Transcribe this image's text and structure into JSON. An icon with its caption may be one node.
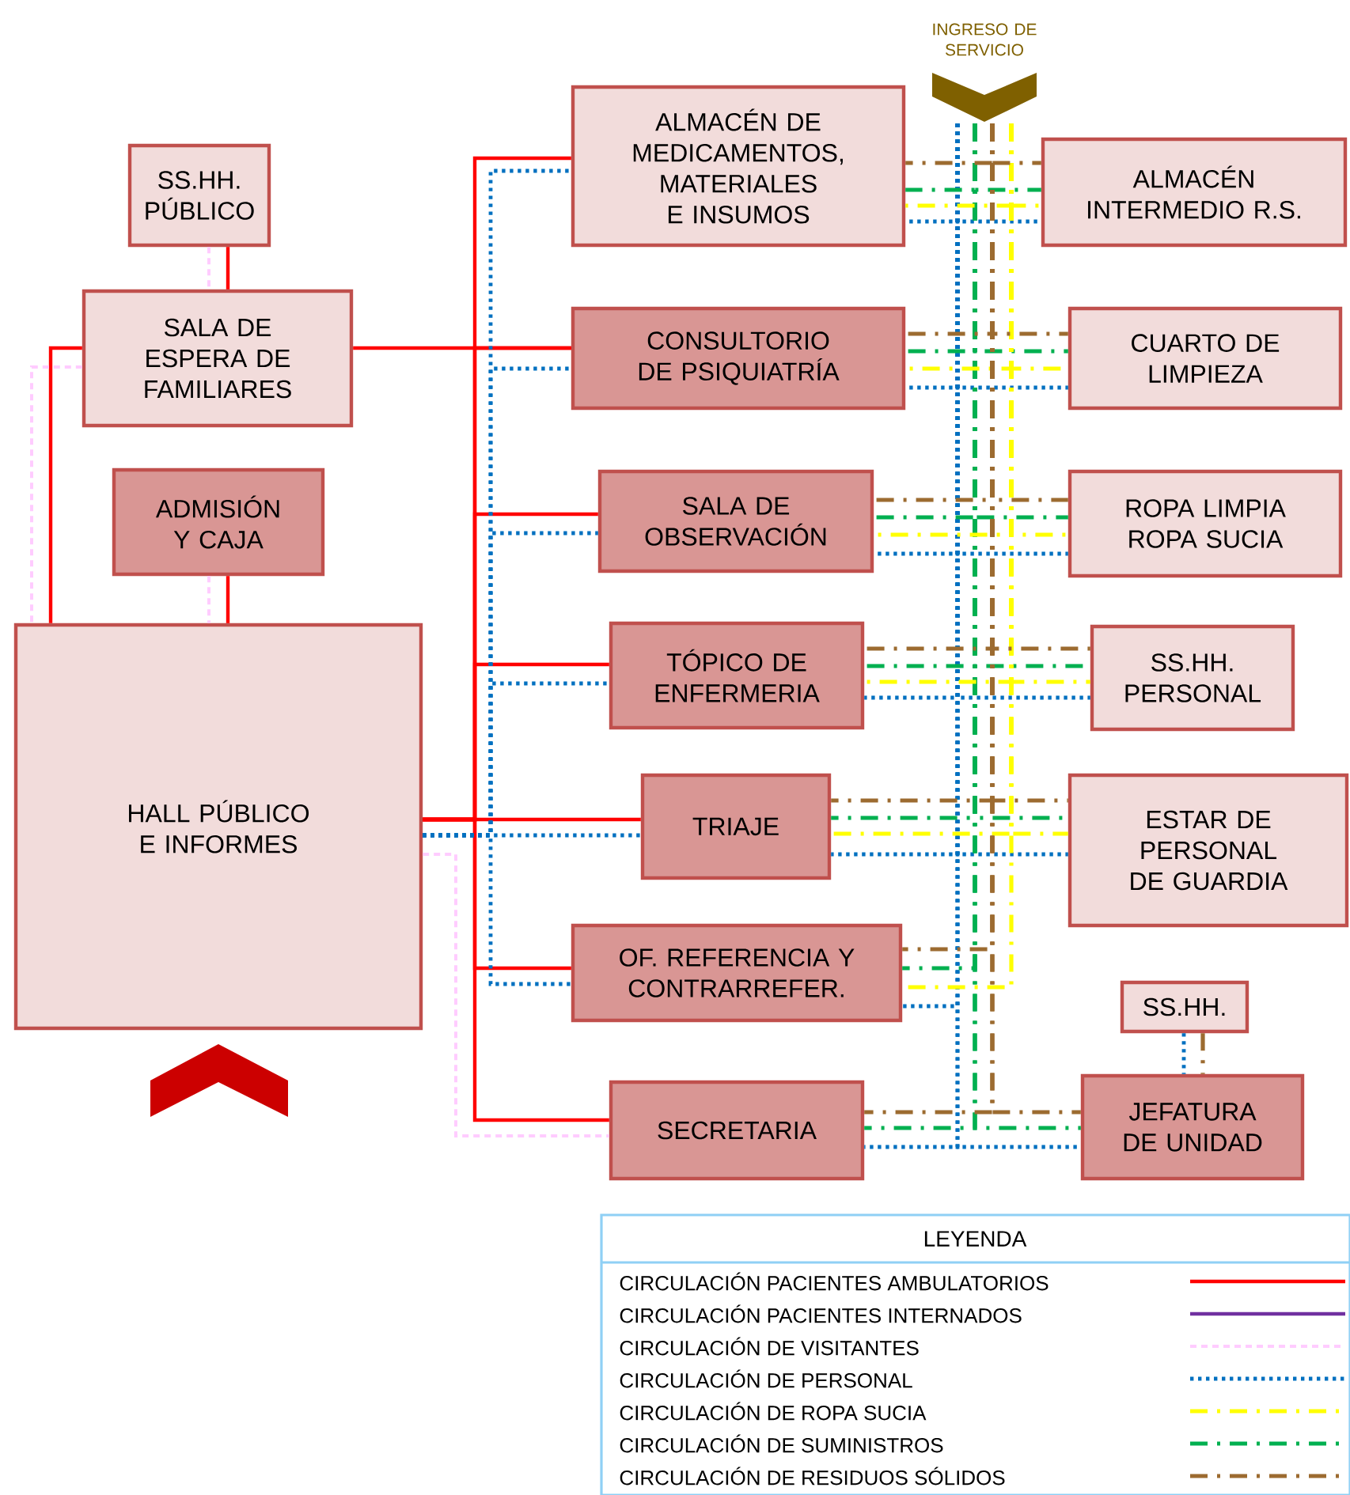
{
  "diagram": {
    "nodes": [
      {
        "text": [
          "SS.HH. PÚBLICO"
        ]
      },
      {
        "text": [
          "SALA DE ESPERA DE FAMILIARES"
        ]
      },
      {
        "text": [
          "ADMISIÓN Y CAJA"
        ]
      },
      {
        "text": [
          "HALL PÚBLICO E INFORMES"
        ]
      },
      {
        "text": [
          "ALMACÉN DE MEDICAMENTOS, MATERIALES E INSUMOS"
        ]
      },
      {
        "text": [
          "CONSULTORIO DE PSIQUIATRÍA"
        ]
      },
      {
        "text": [
          "SALA DE OBSERVACIÓN"
        ]
      },
      {
        "text": [
          "TÓPICO DE ENFERMERIA"
        ]
      },
      {
        "text": [
          "TRIAJE"
        ]
      },
      {
        "text": [
          "OF. REFERENCIA Y CONTRARREFER."
        ]
      },
      {
        "text": [
          "SECRETARIA"
        ]
      },
      {
        "text": [
          "ALMACÉN INTERMEDIO R.S."
        ]
      },
      {
        "text": [
          "CUARTO DE LIMPIEZA"
        ]
      },
      {
        "text": [
          "ROPA LIMPIA ROPA SUCIA"
        ]
      },
      {
        "text": [
          "SS.HH. PERSONAL"
        ]
      },
      {
        "text": [
          "ESTAR DE PERSONAL DE GUARDIA"
        ]
      },
      {
        "text": [
          "SS.HH."
        ]
      },
      {
        "text": [
          "JEFATURA DE UNIDAD"
        ]
      },
      {
        "text": [
          "INGRESO DE SERVICIO"
        ]
      }
    ],
    "edges": [
      {
        "from": 0,
        "to": 1,
        "arrow": "none",
        "color": "#ff0000"
      },
      {
        "from": 1,
        "to": 3,
        "arrow": "none",
        "color": "#ff0000"
      },
      {
        "from": 2,
        "to": 3,
        "arrow": "none",
        "color": "#ff0000"
      },
      {
        "from": 1,
        "to": 5,
        "arrow": "none",
        "color": "#ff0000"
      },
      {
        "from": 3,
        "to": 4,
        "arrow": "none",
        "color": "#ff0000"
      },
      {
        "from": 3,
        "to": 5,
        "arrow": "none",
        "color": "#ff0000"
      },
      {
        "from": 3,
        "to": 6,
        "arrow": "none",
        "color": "#ff0000"
      },
      {
        "from": 3,
        "to": 7,
        "arrow": "none",
        "color": "#ff0000"
      },
      {
        "from": 3,
        "to": 8,
        "arrow": "none",
        "color": "#ff0000"
      },
      {
        "from": 3,
        "to": 9,
        "arrow": "none",
        "color": "#ff0000"
      },
      {
        "from": 3,
        "to": 10,
        "arrow": "none",
        "color": "#ff0000"
      },
      {
        "from": 1,
        "to": 3,
        "arrow": "none",
        "style": "dashed",
        "color": "#ffccff"
      },
      {
        "from": 0,
        "to": 1,
        "arrow": "none",
        "style": "dashed",
        "color": "#ffccff"
      },
      {
        "from": 2,
        "to": 3,
        "arrow": "none",
        "style": "dashed",
        "color": "#ffccff"
      },
      {
        "from": 3,
        "to": 10,
        "arrow": "none",
        "style": "dashed",
        "color": "#ffccff"
      },
      {
        "from": 3,
        "to": 4,
        "arrow": "none",
        "style": "dashed",
        "color": "#0070c0"
      },
      {
        "from": 3,
        "to": 5,
        "arrow": "none",
        "style": "dashed",
        "color": "#0070c0"
      },
      {
        "from": 3,
        "to": 6,
        "arrow": "none",
        "style": "dashed",
        "color": "#0070c0"
      },
      {
        "from": 3,
        "to": 7,
        "arrow": "none",
        "style": "dashed",
        "color": "#0070c0"
      },
      {
        "from": 3,
        "to": 8,
        "arrow": "none",
        "style": "dashed",
        "color": "#0070c0"
      },
      {
        "from": 3,
        "to": 9,
        "arrow": "none",
        "style": "dashed",
        "color": "#0070c0"
      },
      {
        "from": 18,
        "to": 4,
        "arrow": "none",
        "style": "dashed",
        "color": "#0070c0"
      },
      {
        "from": 18,
        "to": 11,
        "arrow": "none",
        "style": "dashed",
        "color": "#0070c0"
      },
      {
        "from": 18,
        "to": 5,
        "arrow": "none",
        "style": "dashed",
        "color": "#0070c0"
      },
      {
        "from": 18,
        "to": 12,
        "arrow": "none",
        "style": "dashed",
        "color": "#0070c0"
      },
      {
        "from": 18,
        "to": 6,
        "arrow": "none",
        "style": "dashed",
        "color": "#0070c0"
      },
      {
        "from": 18,
        "to": 13,
        "arrow": "none",
        "style": "dashed",
        "color": "#0070c0"
      },
      {
        "from": 18,
        "to": 7,
        "arrow": "none",
        "style": "dashed",
        "color": "#0070c0"
      },
      {
        "from": 18,
        "to": 14,
        "arrow": "none",
        "style": "dashed",
        "color": "#0070c0"
      },
      {
        "from": 18,
        "to": 8,
        "arrow": "none",
        "style": "dashed",
        "color": "#0070c0"
      },
      {
        "from": 18,
        "to": 15,
        "arrow": "none",
        "style": "dashed",
        "color": "#0070c0"
      },
      {
        "from": 18,
        "to": 9,
        "arrow": "none",
        "style": "dashed",
        "color": "#0070c0"
      },
      {
        "from": 18,
        "to": 10,
        "arrow": "none",
        "style": "dashed",
        "color": "#0070c0"
      },
      {
        "from": 18,
        "to": 17,
        "arrow": "none",
        "style": "dashed",
        "color": "#0070c0"
      },
      {
        "from": 16,
        "to": 17,
        "arrow": "none",
        "style": "dashed",
        "color": "#0070c0"
      },
      {
        "from": 18,
        "to": 4,
        "arrow": "none",
        "style": "dashed",
        "color": "#00b050"
      },
      {
        "from": 18,
        "to": 11,
        "arrow": "none",
        "style": "dashed",
        "color": "#00b050"
      },
      {
        "from": 18,
        "to": 5,
        "arrow": "none",
        "style": "dashed",
        "color": "#00b050"
      },
      {
        "from": 18,
        "to": 12,
        "arrow": "none",
        "style": "dashed",
        "color": "#00b050"
      },
      {
        "from": 18,
        "to": 6,
        "arrow": "none",
        "style": "dashed",
        "color": "#00b050"
      },
      {
        "from": 18,
        "to": 13,
        "arrow": "none",
        "style": "dashed",
        "color": "#00b050"
      },
      {
        "from": 18,
        "to": 7,
        "arrow": "none",
        "style": "dashed",
        "color": "#00b050"
      },
      {
        "from": 18,
        "to": 14,
        "arrow": "none",
        "style": "dashed",
        "color": "#00b050"
      },
      {
        "from": 18,
        "to": 8,
        "arrow": "none",
        "style": "dashed",
        "color": "#00b050"
      },
      {
        "from": 18,
        "to": 15,
        "arrow": "none",
        "style": "dashed",
        "color": "#00b050"
      },
      {
        "from": 18,
        "to": 9,
        "arrow": "none",
        "style": "dashed",
        "color": "#00b050"
      },
      {
        "from": 18,
        "to": 10,
        "arrow": "none",
        "style": "dashed",
        "color": "#00b050"
      },
      {
        "from": 18,
        "to": 17,
        "arrow": "none",
        "style": "dashed",
        "color": "#00b050"
      },
      {
        "from": 18,
        "to": 4,
        "arrow": "none",
        "style": "dashed",
        "color": "#ffff00"
      },
      {
        "from": 18,
        "to": 11,
        "arrow": "none",
        "style": "dashed",
        "color": "#ffff00"
      },
      {
        "from": 18,
        "to": 5,
        "arrow": "none",
        "style": "dashed",
        "color": "#ffff00"
      },
      {
        "from": 18,
        "to": 12,
        "arrow": "none",
        "style": "dashed",
        "color": "#ffff00"
      },
      {
        "from": 18,
        "to": 6,
        "arrow": "none",
        "style": "dashed",
        "color": "#ffff00"
      },
      {
        "from": 18,
        "to": 13,
        "arrow": "none",
        "style": "dashed",
        "color": "#ffff00"
      },
      {
        "from": 18,
        "to": 7,
        "arrow": "none",
        "style": "dashed",
        "color": "#ffff00"
      },
      {
        "from": 18,
        "to": 14,
        "arrow": "none",
        "style": "dashed",
        "color": "#ffff00"
      },
      {
        "from": 18,
        "to": 8,
        "arrow": "none",
        "style": "dashed",
        "color": "#ffff00"
      },
      {
        "from": 18,
        "to": 15,
        "arrow": "none",
        "style": "dashed",
        "color": "#ffff00"
      },
      {
        "from": 18,
        "to": 9,
        "arrow": "none",
        "style": "dashed",
        "color": "#ffff00"
      },
      {
        "from": 18,
        "to": 4,
        "arrow": "none",
        "style": "dashed",
        "color": "#9c6b30"
      },
      {
        "from": 18,
        "to": 11,
        "arrow": "none",
        "style": "dashed",
        "color": "#9c6b30"
      },
      {
        "from": 18,
        "to": 5,
        "arrow": "none",
        "style": "dashed",
        "color": "#9c6b30"
      },
      {
        "from": 18,
        "to": 12,
        "arrow": "none",
        "style": "dashed",
        "color": "#9c6b30"
      },
      {
        "from": 18,
        "to": 6,
        "arrow": "none",
        "style": "dashed",
        "color": "#9c6b30"
      },
      {
        "from": 18,
        "to": 13,
        "arrow": "none",
        "style": "dashed",
        "color": "#9c6b30"
      },
      {
        "from": 18,
        "to": 7,
        "arrow": "none",
        "style": "dashed",
        "color": "#9c6b30"
      },
      {
        "from": 18,
        "to": 14,
        "arrow": "none",
        "style": "dashed",
        "color": "#9c6b30"
      },
      {
        "from": 18,
        "to": 8,
        "arrow": "none",
        "style": "dashed",
        "color": "#9c6b30"
      },
      {
        "from": 18,
        "to": 15,
        "arrow": "none",
        "style": "dashed",
        "color": "#9c6b30"
      },
      {
        "from": 18,
        "to": 9,
        "arrow": "none",
        "style": "dashed",
        "color": "#9c6b30"
      },
      {
        "from": 18,
        "to": 10,
        "arrow": "none",
        "style": "dashed",
        "color": "#9c6b30"
      },
      {
        "from": 18,
        "to": 17,
        "arrow": "none",
        "style": "dashed",
        "color": "#9c6b30"
      },
      {
        "from": 16,
        "to": 17,
        "arrow": "none",
        "style": "dashed",
        "color": "#9c6b30"
      }
    ],
    "labels": [
      "LEYENDA"
    ],
    "legend": [
      {
        "text": "CIRCULACIÓN PACIENTES AMBULATORIOS"
      },
      {
        "text": "CIRCULACIÓN PACIENTES INTERNADOS"
      },
      {
        "text": "CIRCULACIÓN DE VISITANTES"
      },
      {
        "text": "CIRCULACIÓN DE PERSONAL"
      },
      {
        "text": "CIRCULACIÓN DE ROPA SUCIA"
      },
      {
        "text": "CIRCULACIÓN DE SUMINISTROS"
      },
      {
        "text": "CIRCULACIÓN DE RESIDUOS SÓLIDOS"
      }
    ]
  }
}
